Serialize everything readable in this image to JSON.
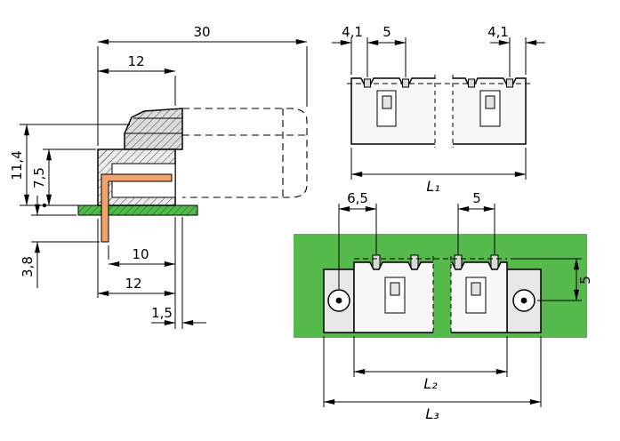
{
  "colors": {
    "pcb_green": "#55b94c",
    "pcb_hatch_green": "#1a7a1f",
    "pin_copper": "#f1a36e",
    "housing_gray": "#ececec",
    "lever_gray": "#dcdcdc",
    "cavity_white": "#ffffff",
    "stub_gray": "#d9d9d9",
    "flange_gray": "#e8e8e8",
    "body_light": "#f7f7f7",
    "line_black": "#000000"
  },
  "side_view": {
    "dim_depth_total": "30",
    "dim_depth_housing_top": "12",
    "dim_height_overall": "11,4",
    "dim_height_housing": "7,5",
    "dim_pin_below_board": "3,8",
    "dim_pin_to_front": "10",
    "dim_depth_housing_bottom": "12",
    "dim_front_offset": "1,5"
  },
  "top_view": {
    "dim_end_margin_left": "4,1",
    "dim_pin_pitch": "5",
    "dim_end_margin_right": "4,1",
    "dim_total_length": "L₁"
  },
  "front_view": {
    "dim_hole_to_first_pin": "6,5",
    "dim_pin_pitch": "5",
    "dim_hole_offset_vertical": "5",
    "dim_length_pin_field": "L₂",
    "dim_length_overall": "L₃"
  }
}
